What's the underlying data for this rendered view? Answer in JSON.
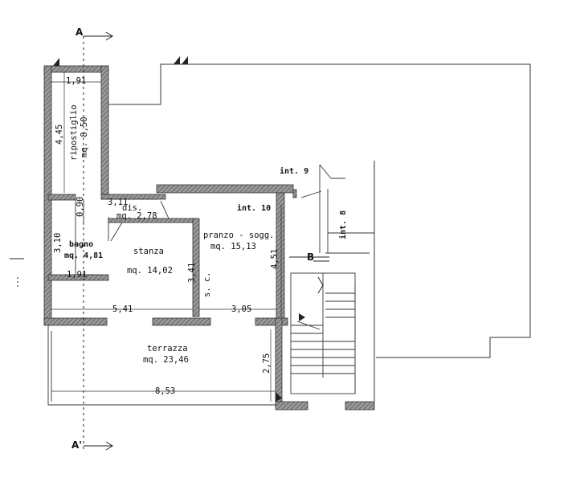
{
  "rooms": {
    "ripostiglio": {
      "name": "ripostiglio",
      "area": "mq. 8,50"
    },
    "bagno": {
      "name": "bagno",
      "area": "mq. 4,81"
    },
    "dis": {
      "name": "dis.",
      "area": "mq. 2,78"
    },
    "stanza": {
      "name": "stanza",
      "area": "mq. 14,02"
    },
    "pranzo": {
      "name": "pranzo - sogg.",
      "area": "mq. 15,13"
    },
    "terrazza": {
      "name": "terrazza",
      "area": "mq. 23,46"
    }
  },
  "units": {
    "int9": "int. 9",
    "int10": "int. 10",
    "int8": "int. 8"
  },
  "sections": {
    "a_top": "A",
    "a_bottom": "A'",
    "b": "B"
  },
  "dimensions": {
    "rip_width": "1,91",
    "rip_height": "4,45",
    "dis_width": "3,11",
    "dis_small": "0,90",
    "bagno_height": "3,10",
    "bagno_width": "1,91",
    "stanza_wall": "3,41",
    "stanza_width": "5,41",
    "pranzo_width": "3,05",
    "pranzo_height": "4,51",
    "terr_height": "2,75",
    "terr_width": "8,53",
    "sc": "s. c."
  },
  "colors": {
    "wall": "#6b6b6b",
    "line": "#222222"
  }
}
